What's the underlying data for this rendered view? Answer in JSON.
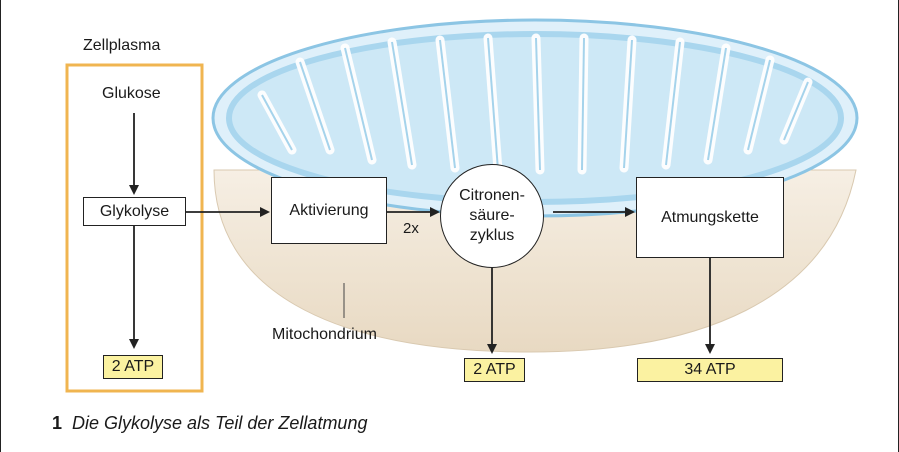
{
  "diagram": {
    "zellplasma_label": "Zellplasma",
    "glukose_label": "Glukose",
    "glykolyse_label": "Glykolyse",
    "aktivierung_label": "Aktivierung",
    "factor_label": "2x",
    "citrate_cycle_lines": [
      "Citronen-",
      "säure-",
      "zyklus"
    ],
    "atmungskette_label": "Atmungskette",
    "mitochondrium_label": "Mitochondrium",
    "atp_glykolyse": "2 ATP",
    "atp_citrate": "2 ATP",
    "atp_atmungskette": "34 ATP",
    "colors": {
      "cytoplasm_border": "#f0b550",
      "atp_fill": "#fbf2a1",
      "membrane_blue": "#a9d6ee",
      "matrix_beige": "#f1e6d4"
    }
  },
  "caption": {
    "number": "1",
    "text": "Die Glykolyse als Teil der Zellatmung"
  }
}
